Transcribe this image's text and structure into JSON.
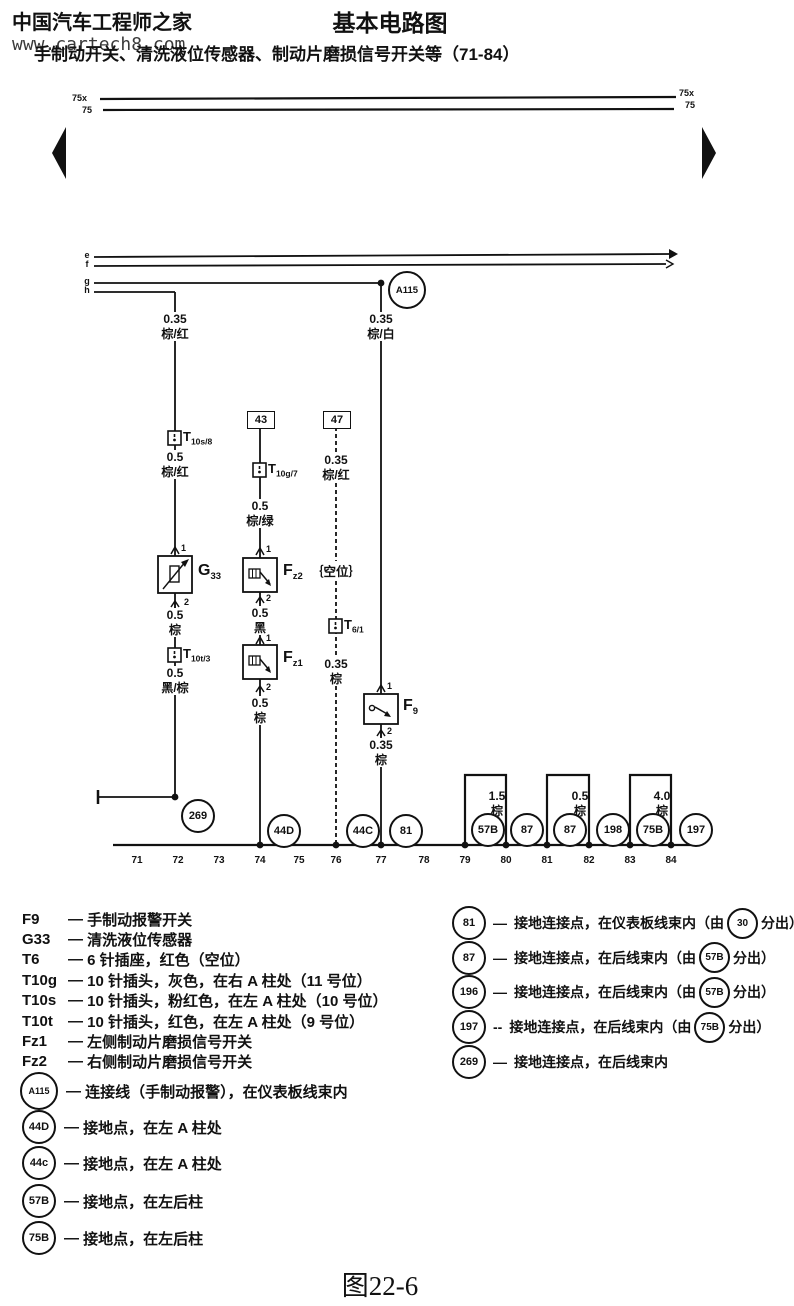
{
  "header": {
    "site_name": "中国汽车工程师之家",
    "site_url": "www.cartech8.com",
    "title": "基本电路图",
    "subtitle": "手制动开关、清洗液位传感器、制动片磨损信号开关等（71-84）"
  },
  "caption": "图22-6",
  "diagram": {
    "rails": {
      "left_top": "75x",
      "left_bottom": "75",
      "right_top": "75x",
      "right_bottom": "75"
    },
    "bus_letters": [
      "e",
      "f",
      "g",
      "h"
    ],
    "a115": "A115",
    "box43": "43",
    "box47": "47",
    "empty_slot": "｛空位｝",
    "pin1": "1",
    "pin2": "2",
    "components": {
      "t10s8": {
        "main": "T",
        "sub": "10s/8"
      },
      "t10g7": {
        "main": "T",
        "sub": "10g/7"
      },
      "t10t3": {
        "main": "T",
        "sub": "10t/3"
      },
      "t61": {
        "main": "T",
        "sub": "6/1"
      },
      "g33": {
        "main": "G",
        "sub": "33"
      },
      "fz2": {
        "main": "F",
        "sub": "z2"
      },
      "fz1": {
        "main": "F",
        "sub": "z1"
      },
      "f9": {
        "main": "F",
        "sub": "9"
      }
    },
    "wires": {
      "col1_top": {
        "size": "0.35",
        "color": "棕/红"
      },
      "col4_top": {
        "size": "0.35",
        "color": "棕/白"
      },
      "col1_mid": {
        "size": "0.5",
        "color": "棕/红"
      },
      "col2_mid": {
        "size": "0.5",
        "color": "棕/绿"
      },
      "col3_top": {
        "size": "0.35",
        "color": "棕/红"
      },
      "col1_low": {
        "size": "0.5",
        "color": "棕"
      },
      "col1_bot": {
        "size": "0.5",
        "color": "黑/棕"
      },
      "col2_low": {
        "size": "0.5",
        "color": "黑"
      },
      "col3_bot": {
        "size": "0.35",
        "color": "棕"
      },
      "col2_bot": {
        "size": "0.5",
        "color": "棕"
      },
      "col4_bot": {
        "size": "0.35",
        "color": "棕"
      },
      "bridge1": {
        "size": "1.5",
        "color": "棕"
      },
      "bridge2": {
        "size": "0.5",
        "color": "棕"
      },
      "bridge3": {
        "size": "4.0",
        "color": "棕"
      }
    },
    "ground_nodes": [
      "269",
      "44D",
      "44C",
      "81",
      "57B",
      "87",
      "87",
      "198",
      "75B",
      "197"
    ],
    "terminals": [
      "71",
      "72",
      "73",
      "74",
      "75",
      "76",
      "77",
      "78",
      "79",
      "80",
      "81",
      "82",
      "83",
      "84"
    ]
  },
  "legend_left": [
    {
      "key": "F9",
      "dash": "—",
      "text": "手制动报警开关"
    },
    {
      "key": "G33",
      "dash": "—",
      "text": "清洗液位传感器"
    },
    {
      "key": "T6",
      "dash": "—",
      "text": "6 针插座，红色（空位）"
    },
    {
      "key": "T10g",
      "dash": "—",
      "text": "10 针插头，灰色，在右 A 柱处（11 号位）"
    },
    {
      "key": "T10s",
      "dash": "—",
      "text": "10 针插头，粉红色，在左 A 柱处（10 号位）"
    },
    {
      "key": "T10t",
      "dash": "—",
      "text": "10 针插头，红色，在左 A 柱处（9 号位）"
    },
    {
      "key": "Fz1",
      "dash": "—",
      "text": "左侧制动片磨损信号开关"
    },
    {
      "key": "Fz2",
      "dash": "—",
      "text": "右侧制动片磨损信号开关"
    }
  ],
  "legend_left_circled": [
    {
      "key": "A115",
      "dash": "—",
      "text": "连接线（手制动报警），在仪表板线束内"
    },
    {
      "key": "44D",
      "dash": "—",
      "text": "接地点，在左 A 柱处"
    },
    {
      "key": "44c",
      "dash": "—",
      "text": "接地点，在左 A 柱处"
    },
    {
      "key": "57B",
      "dash": "—",
      "text": "接地点，在左后柱"
    },
    {
      "key": "75B",
      "dash": "—",
      "text": "接地点，在左后柱"
    }
  ],
  "legend_right": [
    {
      "key": "81",
      "dash": "—",
      "pre": "接地连接点，在仪表板线束内（由",
      "ref": "30",
      "post": "分出）"
    },
    {
      "key": "87",
      "dash": "—",
      "pre": "接地连接点，在后线束内（由",
      "ref": "57B",
      "post": "分出）"
    },
    {
      "key": "196",
      "dash": "—",
      "pre": "接地连接点，在后线束内（由",
      "ref": "57B",
      "post": "分出）"
    },
    {
      "key": "197",
      "dash": "--",
      "pre": "接地连接点，在后线束内（由",
      "ref": "75B",
      "post": "分出）"
    },
    {
      "key": "269",
      "dash": "—",
      "pre": "接地连接点，在后线束内",
      "ref": "",
      "post": ""
    }
  ]
}
